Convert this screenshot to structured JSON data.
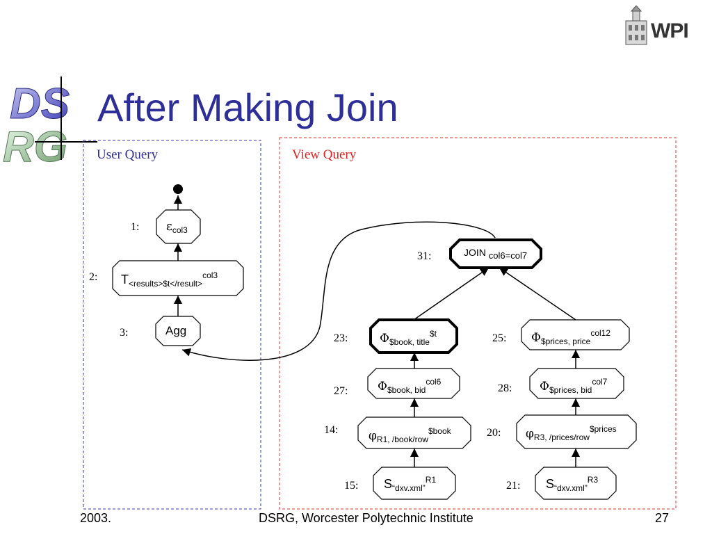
{
  "slide": {
    "title": "After Making Join",
    "logo_text": "WPI",
    "footer_left": "2003.",
    "footer_center": "DSRG,  Worcester Polytechnic Institute",
    "footer_right": "27"
  },
  "user_query": {
    "label": "User Query",
    "label_color": "#2e2e99",
    "nodes": [
      {
        "step": "1:",
        "main": "ε",
        "sub": "col3",
        "sup": ""
      },
      {
        "step": "2:",
        "main": "T",
        "sub": "<results>$t</result>",
        "sup": "col3"
      },
      {
        "step": "3:",
        "main": "Agg",
        "sub": "",
        "sup": ""
      }
    ]
  },
  "view_query": {
    "label": "View Query",
    "label_color": "#e02020",
    "nodes": [
      {
        "step": "31:",
        "main": "JOIN ",
        "sub": "col6=col7",
        "sup": ""
      },
      {
        "step": "23:",
        "main": "Φ",
        "sub": "$book, title",
        "sup": "$t"
      },
      {
        "step": "25:",
        "main": "Φ",
        "sub": "$prices, price",
        "sup": "col12"
      },
      {
        "step": "27:",
        "main": "Φ",
        "sub": "$book, bid",
        "sup": "col6"
      },
      {
        "step": "28:",
        "main": "Φ",
        "sub": "$prices, bid",
        "sup": "col7"
      },
      {
        "step": "14:",
        "main": "φ",
        "sub": "R1, /book/row",
        "sup": "$book"
      },
      {
        "step": "20:",
        "main": "φ",
        "sub": "R3, /prices/row",
        "sup": "$prices"
      },
      {
        "step": "15:",
        "main": "S",
        "sub": "“dxv.xml”",
        "sup": "R1"
      },
      {
        "step": "21:",
        "main": "S",
        "sub": "“dxv.xml”",
        "sup": "R3"
      }
    ]
  }
}
